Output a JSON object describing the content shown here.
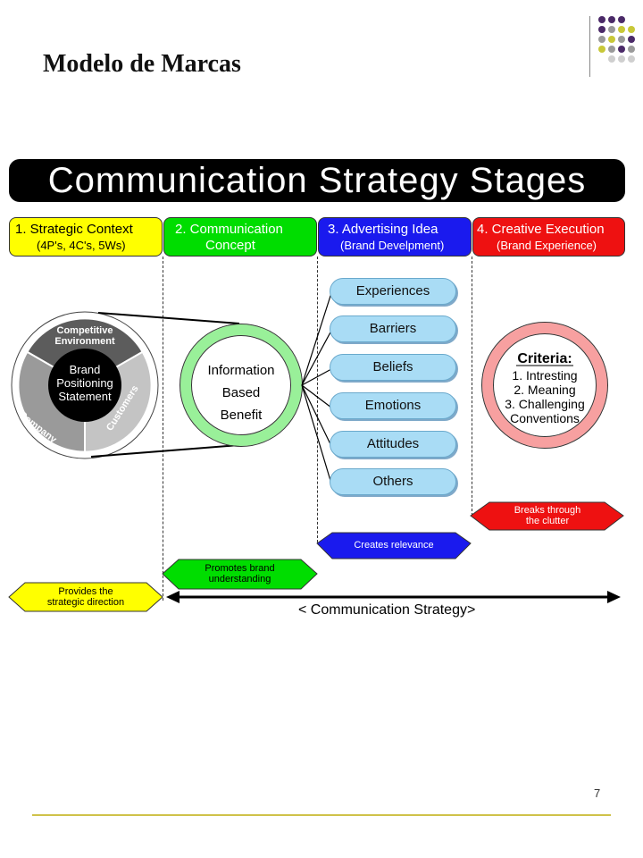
{
  "slide": {
    "title": "Modelo de Marcas",
    "page_number": "7"
  },
  "banner": {
    "title": "Communication Strategy Stages"
  },
  "stages": [
    {
      "line1": "1. Strategic Context",
      "line2": "(4P's, 4C's, 5Ws)",
      "color": "#ffff00",
      "text_color": "#000000"
    },
    {
      "line1": "2. Communication",
      "line2": "Concept",
      "color": "#00dd00",
      "text_color": "#ffffff"
    },
    {
      "line1": "3. Advertising Idea",
      "line2": "(Brand Develpment)",
      "color": "#1a1aee",
      "text_color": "#ffffff"
    },
    {
      "line1": "4. Creative Execution",
      "line2": "(Brand Experience)",
      "color": "#ee1111",
      "text_color": "#ffffff"
    }
  ],
  "brand_wheel": {
    "center": [
      "Brand",
      "Positioning",
      "Statement"
    ],
    "segments": [
      "Competitive Environment",
      "Company",
      "Customers"
    ]
  },
  "concept_circle": {
    "lines": [
      "Information",
      "Based",
      "Benefit"
    ]
  },
  "idea_pills": [
    "Experiences",
    "Barriers",
    "Beliefs",
    "Emotions",
    "Attitudes",
    "Others"
  ],
  "criteria_circle": {
    "heading": "Criteria:",
    "lines": [
      "1. Intresting",
      "2. Meaning",
      "3. Challenging",
      "Conventions"
    ]
  },
  "outcomes": {
    "strategic": [
      "Provides the",
      "strategic direction"
    ],
    "concept": [
      "Promotes brand",
      "understanding"
    ],
    "idea": "Creates relevance",
    "execution": [
      "Breaks through",
      "the clutter"
    ]
  },
  "strategy_arrow": {
    "label": "< Communication Strategy>"
  },
  "colors": {
    "accent_footer": "#cfc24a",
    "pill_blue": "#a9dcf5",
    "concept_ring": "#99f099",
    "criteria_ring": "#f7a0a0"
  }
}
